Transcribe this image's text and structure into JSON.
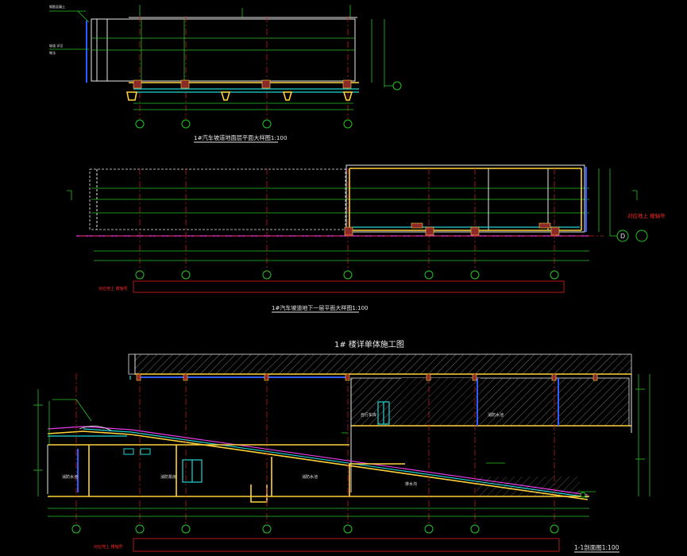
{
  "drawing": {
    "main_title": "1# 楼详单体施工图",
    "views": {
      "top_plan": {
        "caption": "1#汽车坡道地面层平面大样图1:100"
      },
      "lower_plan": {
        "caption": "1#汽车坡道地下一层平面大样图1:100",
        "axis_note": "对应地上 楼轴号",
        "side_note": "对应地上 楼轴号",
        "axis_d": "D"
      },
      "section": {
        "caption": "1-1剖面图1:100",
        "axis_note": "对应地上 楼轴号",
        "room_labels": [
          "消防水池",
          "消防泵房",
          "消防水池",
          "排水沟",
          "自行车库",
          "消防水池"
        ]
      }
    },
    "colors": {
      "background": "#000000",
      "dimension": "#27c427",
      "axis": "#c71a1a",
      "slab": "#ffd23a",
      "cyan": "#21d6d6",
      "magenta": "#e93ce9",
      "note_red": "#ff2a2a"
    }
  }
}
